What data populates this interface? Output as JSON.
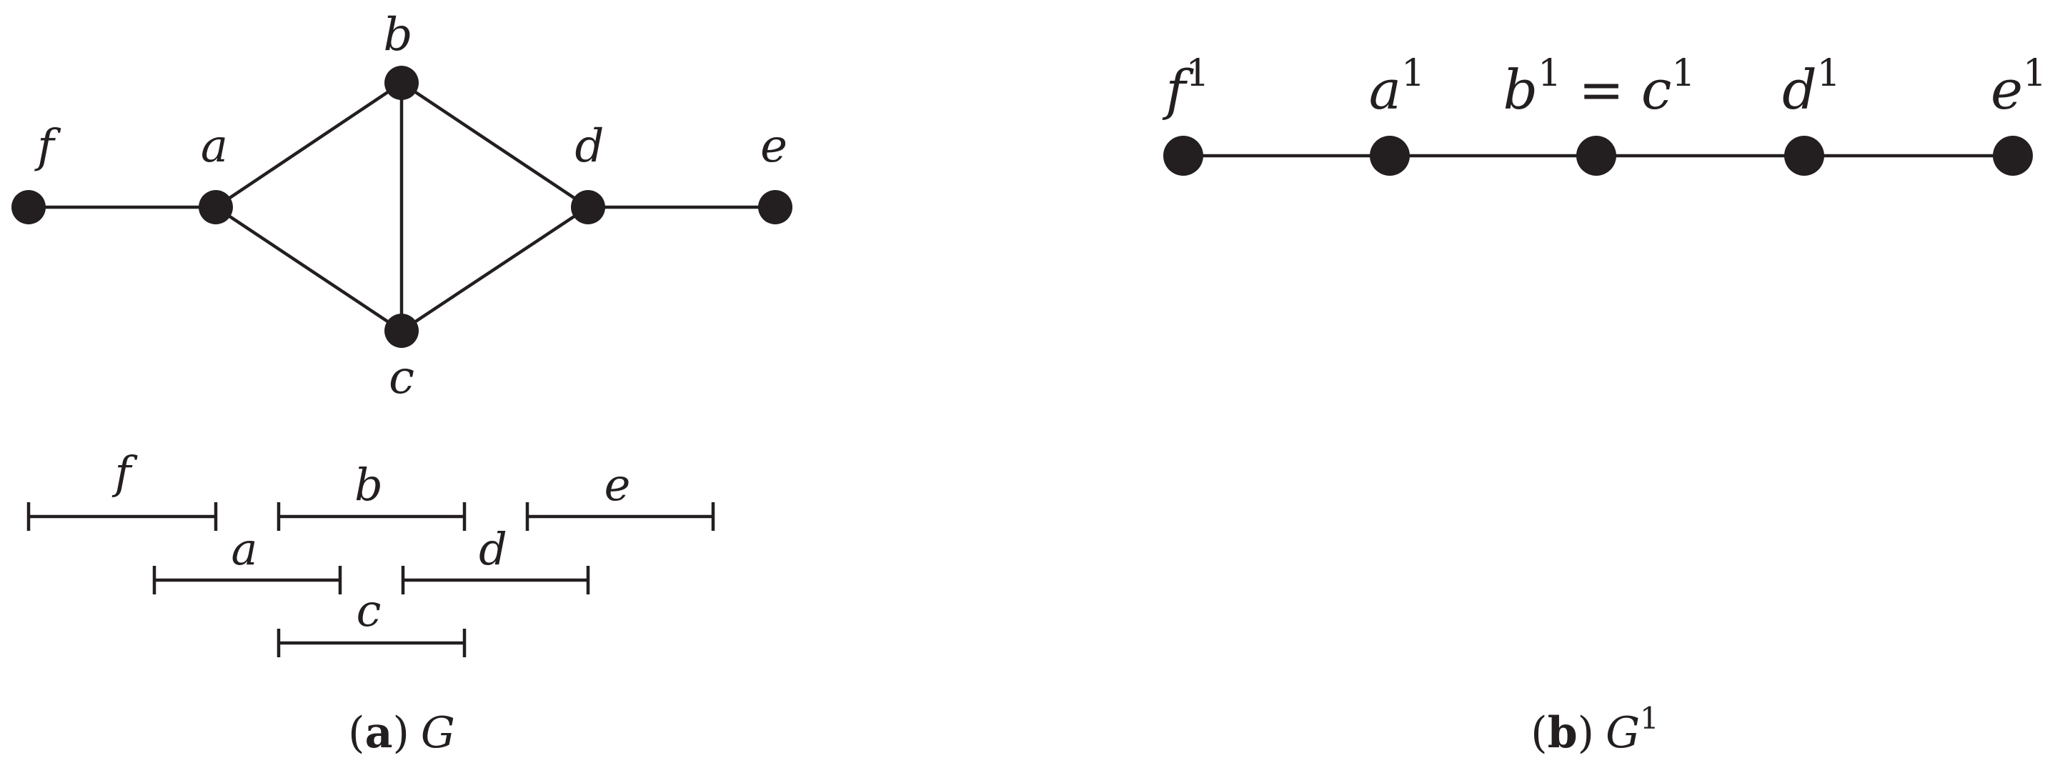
{
  "panel_a": {
    "caption": {
      "open": "(",
      "letter": "a",
      "close": ")",
      "graph": "G"
    },
    "vertex_labels": {
      "f": "f",
      "a": "a",
      "b": "b",
      "c": "c",
      "d": "d",
      "e": "e"
    },
    "interval_labels": {
      "f": "f",
      "a": "a",
      "b": "b",
      "c": "c",
      "d": "d",
      "e": "e"
    },
    "edges": [
      [
        "f",
        "a"
      ],
      [
        "a",
        "b"
      ],
      [
        "a",
        "c"
      ],
      [
        "b",
        "c"
      ],
      [
        "b",
        "d"
      ],
      [
        "c",
        "d"
      ],
      [
        "d",
        "e"
      ]
    ]
  },
  "panel_b": {
    "caption": {
      "open": "(",
      "letter": "b",
      "close": ")",
      "graph": "G",
      "sup": "1"
    },
    "vertex_labels": [
      {
        "base": "f",
        "sup": "1"
      },
      {
        "base": "a",
        "sup": "1"
      },
      {
        "base": "b",
        "sup": "1",
        "eq": "=",
        "base2": "c",
        "sup2": "1"
      },
      {
        "base": "d",
        "sup": "1"
      },
      {
        "base": "e",
        "sup": "1"
      }
    ],
    "edges": [
      [
        0,
        1
      ],
      [
        1,
        2
      ],
      [
        2,
        3
      ],
      [
        3,
        4
      ]
    ]
  },
  "colors": {
    "ink": "#231f20",
    "background": "#ffffff"
  }
}
